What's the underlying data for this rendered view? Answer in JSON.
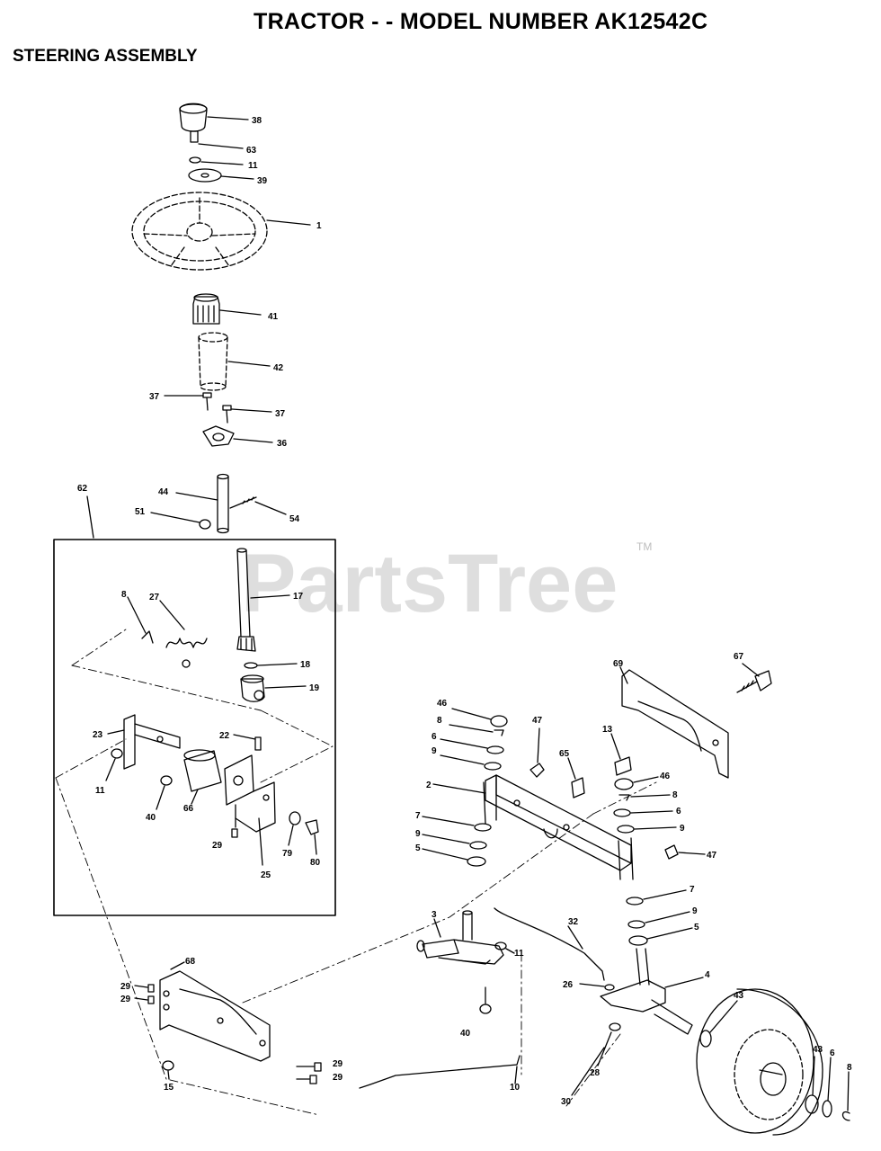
{
  "header": {
    "title": "TRACTOR - - MODEL NUMBER AK12542C",
    "section": "STEERING ASSEMBLY"
  },
  "watermark": {
    "text": "PartsTree",
    "mark": "TM"
  },
  "callouts": [
    {
      "id": "c38",
      "text": "38"
    },
    {
      "id": "c63",
      "text": "63"
    },
    {
      "id": "c11a",
      "text": "11"
    },
    {
      "id": "c39",
      "text": "39"
    },
    {
      "id": "c1",
      "text": "1"
    },
    {
      "id": "c41",
      "text": "41"
    },
    {
      "id": "c42",
      "text": "42"
    },
    {
      "id": "c37a",
      "text": "37"
    },
    {
      "id": "c37b",
      "text": "37"
    },
    {
      "id": "c36",
      "text": "36"
    },
    {
      "id": "c62",
      "text": "62"
    },
    {
      "id": "c44",
      "text": "44"
    },
    {
      "id": "c51",
      "text": "51"
    },
    {
      "id": "c54",
      "text": "54"
    },
    {
      "id": "c17",
      "text": "17"
    },
    {
      "id": "c8a",
      "text": "8"
    },
    {
      "id": "c27",
      "text": "27"
    },
    {
      "id": "c18",
      "text": "18"
    },
    {
      "id": "c19",
      "text": "19"
    },
    {
      "id": "c23",
      "text": "23"
    },
    {
      "id": "c22",
      "text": "22"
    },
    {
      "id": "c11b",
      "text": "11"
    },
    {
      "id": "c40a",
      "text": "40"
    },
    {
      "id": "c66",
      "text": "66"
    },
    {
      "id": "c29a",
      "text": "29"
    },
    {
      "id": "c25",
      "text": "25"
    },
    {
      "id": "c79",
      "text": "79"
    },
    {
      "id": "c80",
      "text": "80"
    },
    {
      "id": "c69",
      "text": "69"
    },
    {
      "id": "c67",
      "text": "67"
    },
    {
      "id": "c46a",
      "text": "46"
    },
    {
      "id": "c8b",
      "text": "8"
    },
    {
      "id": "c6a",
      "text": "6"
    },
    {
      "id": "c9a",
      "text": "9"
    },
    {
      "id": "c47a",
      "text": "47"
    },
    {
      "id": "c13",
      "text": "13"
    },
    {
      "id": "c65",
      "text": "65"
    },
    {
      "id": "c2",
      "text": "2"
    },
    {
      "id": "c46b",
      "text": "46"
    },
    {
      "id": "c8c",
      "text": "8"
    },
    {
      "id": "c6b",
      "text": "6"
    },
    {
      "id": "c9b",
      "text": "9"
    },
    {
      "id": "c7a",
      "text": "7"
    },
    {
      "id": "c9c",
      "text": "9"
    },
    {
      "id": "c5a",
      "text": "5"
    },
    {
      "id": "c47b",
      "text": "47"
    },
    {
      "id": "c7b",
      "text": "7"
    },
    {
      "id": "c9d",
      "text": "9"
    },
    {
      "id": "c5b",
      "text": "5"
    },
    {
      "id": "c3",
      "text": "3"
    },
    {
      "id": "c32",
      "text": "32"
    },
    {
      "id": "c11c",
      "text": "11"
    },
    {
      "id": "c68",
      "text": "68"
    },
    {
      "id": "c29b",
      "text": "29"
    },
    {
      "id": "c29c",
      "text": "29"
    },
    {
      "id": "c26",
      "text": "26"
    },
    {
      "id": "c4",
      "text": "4"
    },
    {
      "id": "c43a",
      "text": "43"
    },
    {
      "id": "c40b",
      "text": "40"
    },
    {
      "id": "c28",
      "text": "28"
    },
    {
      "id": "c30",
      "text": "30"
    },
    {
      "id": "c10",
      "text": "10"
    },
    {
      "id": "c29d",
      "text": "29"
    },
    {
      "id": "c29e",
      "text": "29"
    },
    {
      "id": "c15",
      "text": "15"
    },
    {
      "id": "c43b",
      "text": "43"
    },
    {
      "id": "c6c",
      "text": "6"
    },
    {
      "id": "c8d",
      "text": "8"
    }
  ]
}
